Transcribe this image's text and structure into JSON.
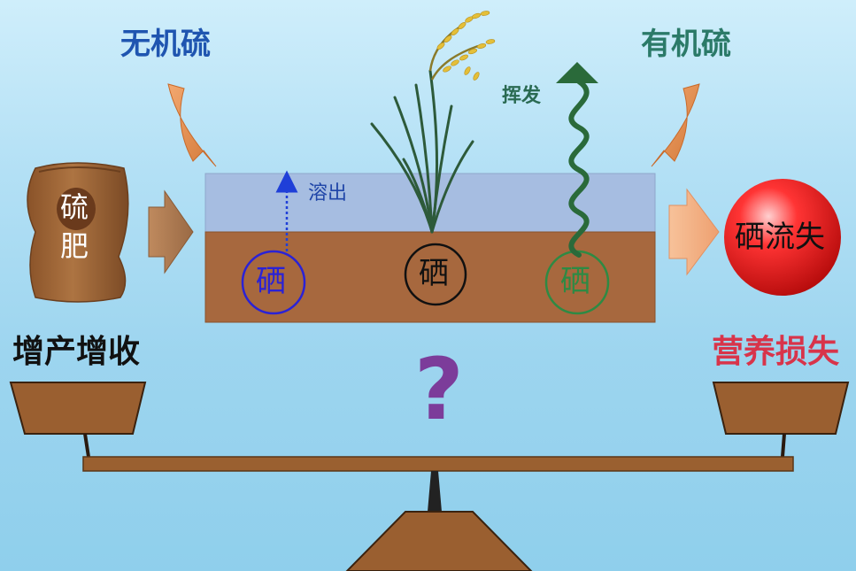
{
  "labels": {
    "inorganic_sulfur": "无机硫",
    "organic_sulfur": "有机硫",
    "fertilizer_bag_line1": "硫",
    "fertilizer_bag_line2": "肥",
    "dissolve": "溶出",
    "volatilize": "挥发",
    "selenium_left": "硒",
    "selenium_center": "硒",
    "selenium_right": "硒",
    "selenium_loss": "硒流失",
    "yield_increase": "增产增收",
    "nutrition_loss": "营养损失",
    "question_mark": "?"
  },
  "colors": {
    "inorganic_sulfur": "#1f55b0",
    "organic_sulfur": "#2b7a68",
    "dissolve": "#1f45a8",
    "volatilize": "#2a6a52",
    "nutrition_loss": "#d8344a",
    "question_mark": "#7c3c9a",
    "soil": "#a8683e",
    "water": "#a7bde0",
    "scale_wood": "#9a6030"
  },
  "icons": [
    "fertilizer-bag-icon",
    "rice-plant-icon",
    "wavy-arrow-icon",
    "balance-scale-icon"
  ]
}
